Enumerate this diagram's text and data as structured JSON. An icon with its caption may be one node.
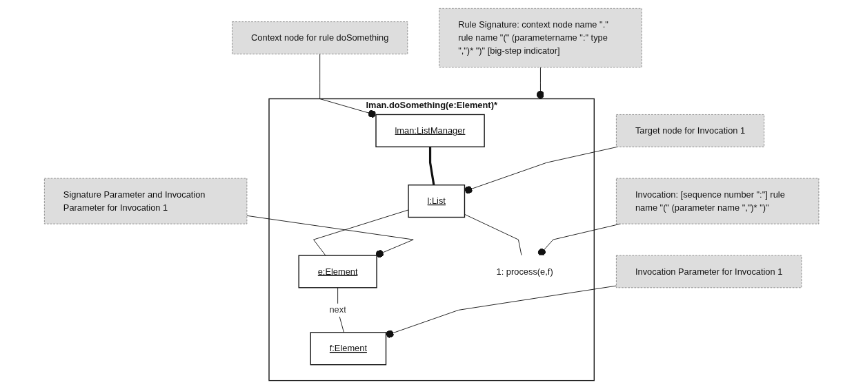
{
  "diagram": {
    "nodes": [
      {
        "text": [
          "Rule Signature: context node name \".\" rule name \"(\" (parametername \":\" type \",\")* \")\" [big-step indicator]"
        ]
      },
      {
        "text": [
          "lman.doSomething(e:Element)*"
        ]
      },
      {
        "text": [
          "lman:ListManager"
        ],
        "in": 1
      },
      {
        "text": [
          "e:Element"
        ],
        "in": 1
      },
      {
        "text": [
          "f:Element"
        ],
        "in": 1
      },
      {
        "text": [
          "l:List"
        ],
        "in": 1
      },
      {
        "text": [
          "1: process(e,f)"
        ],
        "in": 1
      },
      {
        "text": [
          "Context node for rule doSomething"
        ]
      },
      {
        "text": [
          "Target node for Invocation 1"
        ]
      },
      {
        "text": [
          "Invocation: [sequence number \":\"] rule name \"(\" (parameter name \",\")* \")\""
        ]
      },
      {
        "text": [
          "Signature Parameter and Invocation Parameter for Invocation 1"
        ]
      },
      {
        "text": [
          "Invocation Parameter for Invocation 1"
        ]
      }
    ],
    "edges": [
      {
        "from": 0,
        "to": 1,
        "arrow": "other"
      },
      {
        "from": 7,
        "to": 2,
        "arrow": "other"
      },
      {
        "from": 2,
        "to": 5,
        "arrow": "none",
        "style": "thick"
      },
      {
        "from": 3,
        "to": 4,
        "arrow": "none",
        "label": "next"
      },
      {
        "from": 5,
        "to": 3,
        "arrow": "none"
      },
      {
        "from": 5,
        "to": 6,
        "arrow": "none"
      },
      {
        "from": 8,
        "to": 5,
        "arrow": "other"
      },
      {
        "from": 9,
        "to": 6,
        "arrow": "other"
      },
      {
        "from": 10,
        "to": 3,
        "arrow": "other"
      },
      {
        "from": 11,
        "to": 4,
        "arrow": "other"
      }
    ]
  }
}
